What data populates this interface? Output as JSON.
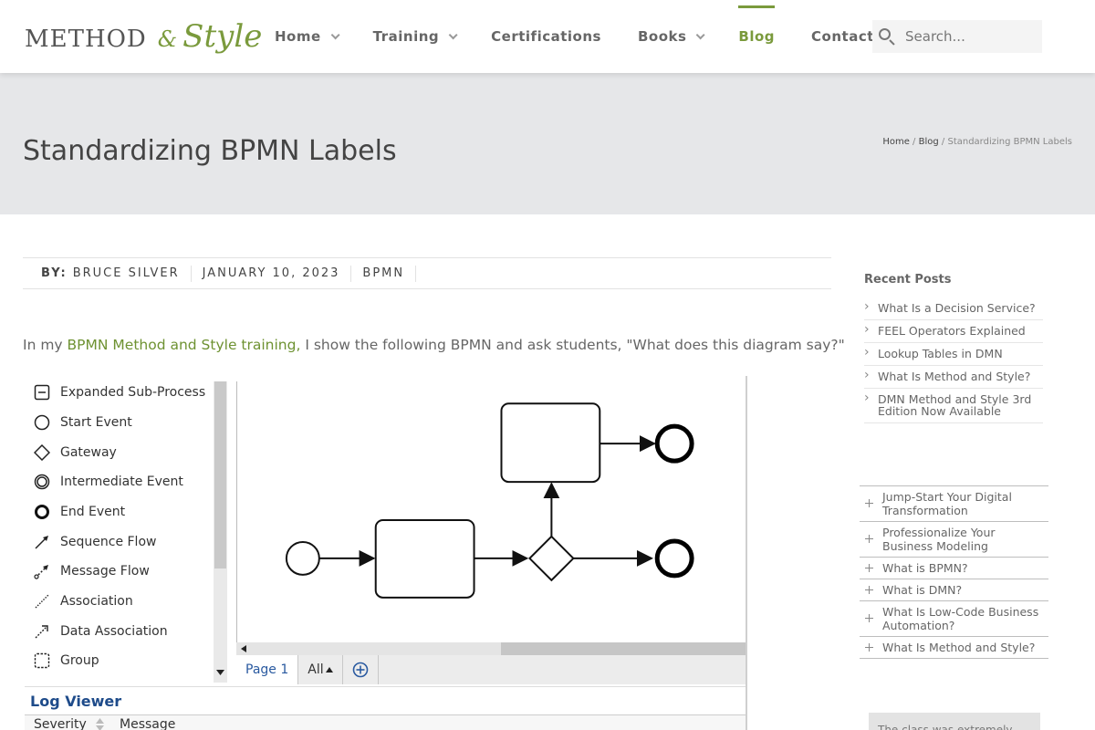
{
  "brand": {
    "word": "METHOD",
    "amp": "&",
    "script": "Style",
    "accent": "#7a9a3c"
  },
  "nav": [
    {
      "label": "Home",
      "has_menu": true
    },
    {
      "label": "Training",
      "has_menu": true
    },
    {
      "label": "Certifications",
      "has_menu": false
    },
    {
      "label": "Books",
      "has_menu": true
    },
    {
      "label": "Blog",
      "active": true
    },
    {
      "label": "Contact",
      "has_menu": false
    }
  ],
  "search": {
    "placeholder": "Search...",
    "icon": "search-icon"
  },
  "page": {
    "title": "Standardizing BPMN Labels",
    "breadcrumb": {
      "home": "Home",
      "blog": "Blog",
      "current": "Standardizing BPMN Labels",
      "sep": "/"
    }
  },
  "meta": {
    "by_label": "BY:",
    "author": "BRUCE SILVER",
    "date": "JANUARY 10, 2023",
    "category": "BPMN"
  },
  "intro": {
    "before": "In my ",
    "link": "BPMN Method and Style training,",
    "after": " I show the following BPMN and ask students, \"What does this diagram say?\""
  },
  "diagram": {
    "palette": [
      {
        "label": "Expanded Sub-Process",
        "icon": "expanded-subprocess-icon"
      },
      {
        "label": "Start Event",
        "icon": "start-event-icon"
      },
      {
        "label": "Gateway",
        "icon": "gateway-icon"
      },
      {
        "label": "Intermediate Event",
        "icon": "intermediate-event-icon"
      },
      {
        "label": "End Event",
        "icon": "end-event-icon"
      },
      {
        "label": "Sequence Flow",
        "icon": "sequence-flow-icon"
      },
      {
        "label": "Message Flow",
        "icon": "message-flow-icon"
      },
      {
        "label": "Association",
        "icon": "association-icon"
      },
      {
        "label": "Data Association",
        "icon": "data-association-icon"
      },
      {
        "label": "Group",
        "icon": "group-icon"
      }
    ],
    "tabs": {
      "page": "Page 1",
      "all": "All",
      "add_icon": "add-page-icon"
    },
    "log": {
      "title": "Log Viewer",
      "col_severity": "Severity",
      "col_message": "Message"
    }
  },
  "sidebar": {
    "recent_title": "Recent Posts",
    "recent": [
      "What Is a Decision Service?",
      "FEEL Operators Explained",
      "Lookup Tables in DMN",
      "What Is Method and Style?",
      "DMN Method and Style 3rd Edition Now Available"
    ],
    "expandable": [
      "Jump-Start Your Digital Transformation",
      "Professionalize Your Business Modeling",
      "What is BPMN?",
      "What is DMN?",
      "What Is Low-Code Business Automation?",
      "What Is Method and Style?"
    ],
    "testimonial": "The class was extremely"
  }
}
